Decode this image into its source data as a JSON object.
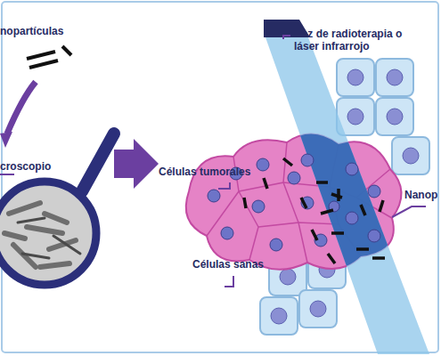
{
  "diagram": {
    "labels": [
      "nopartículas",
      "croscopio",
      "Haz de radioterapia o láser infrarrojo",
      "Células tumorales",
      "Nanop",
      "Células sanas"
    ]
  }
}
